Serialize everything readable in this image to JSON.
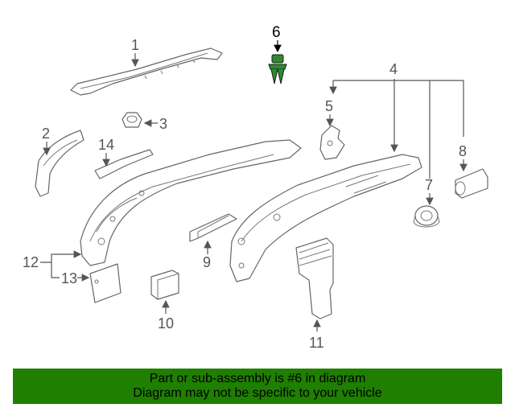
{
  "callouts": {
    "c1": "1",
    "c2": "2",
    "c3": "3",
    "c4": "4",
    "c5": "5",
    "c6": "6",
    "c7": "7",
    "c8": "8",
    "c9": "9",
    "c10": "10",
    "c11": "11",
    "c12": "12",
    "c13": "13",
    "c14": "14"
  },
  "highlight": {
    "color": "#2e8b2e",
    "part_number": "6"
  },
  "banner": {
    "background": "#1f7f00",
    "line1": "Part or sub-assembly is #6 in diagram",
    "line2": "Diagram may not be specific to your vehicle"
  }
}
